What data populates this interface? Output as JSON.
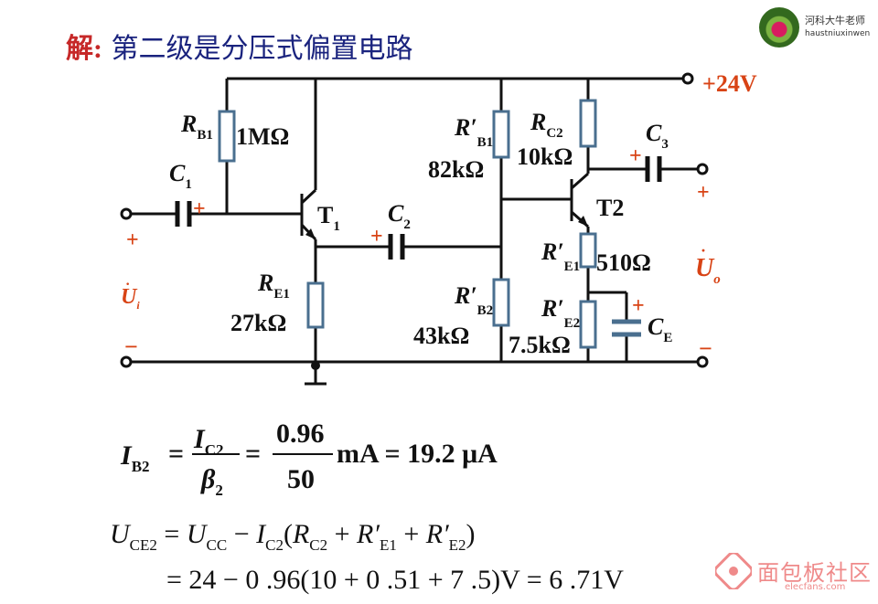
{
  "title": {
    "prefix": "解:",
    "text": "第二级是分压式偏置电路"
  },
  "brand": {
    "line1": "河科大牛老师",
    "line2": "haustniuxinwen"
  },
  "watermark": {
    "text": "面包板社区",
    "sub": "elecfans.com"
  },
  "circuit": {
    "supply": "+24V",
    "RB1_val": "1MΩ",
    "RB1p_val": "82kΩ",
    "RC2_val": "10kΩ",
    "RE1_val": "27kΩ",
    "RB2p_val": "43kΩ",
    "RE1p_val": "510Ω",
    "RE2p_val": "7.5kΩ",
    "T1": "T",
    "T1_sub": "1",
    "T2": "T2",
    "plus": "+",
    "minus": "−"
  },
  "colors": {
    "title": "#1a237e",
    "accent": "#d84315",
    "component": "#4a6f8f",
    "wire": "#111111"
  }
}
